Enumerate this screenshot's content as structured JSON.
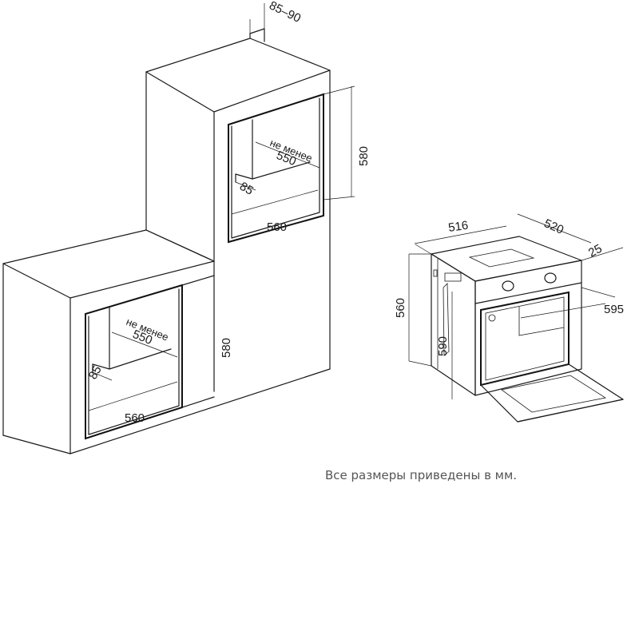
{
  "upper_cabinet": {
    "gap": "85–90",
    "depth_label": "не менее",
    "depth_value": "550",
    "height": "580",
    "base_depth": "85",
    "width": "560"
  },
  "lower_cabinet": {
    "depth_label": "не менее",
    "depth_value": "550",
    "height": "580",
    "base_depth": "85",
    "width": "560"
  },
  "oven": {
    "top_width": "516",
    "top_depth": "520",
    "door_offset": "25",
    "body_height": "560",
    "front_height": "590",
    "front_width": "595"
  },
  "note": "Все размеры приведены в мм."
}
